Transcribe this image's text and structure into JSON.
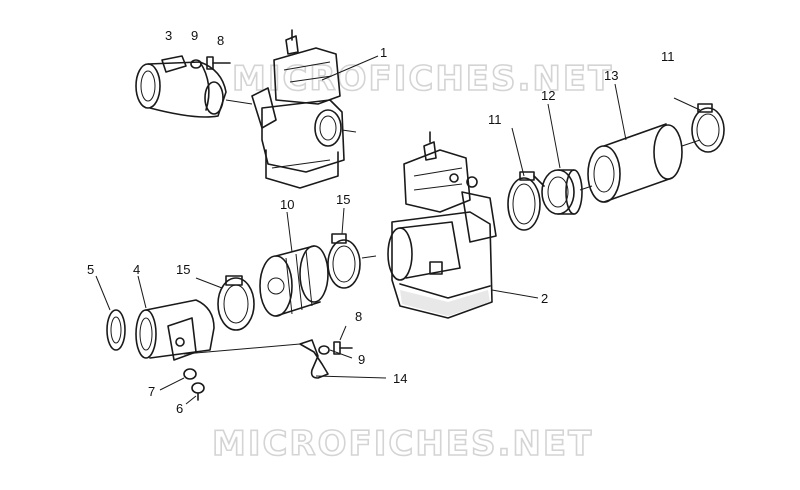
{
  "watermarks": [
    "MICROFICHES.NET",
    "MICROFICHES.NET"
  ],
  "callouts": [
    {
      "id": "c1",
      "label": "1"
    },
    {
      "id": "c2",
      "label": "2"
    },
    {
      "id": "c3",
      "label": "3"
    },
    {
      "id": "c4",
      "label": "4"
    },
    {
      "id": "c5",
      "label": "5"
    },
    {
      "id": "c6",
      "label": "6"
    },
    {
      "id": "c7",
      "label": "7"
    },
    {
      "id": "c8a",
      "label": "8"
    },
    {
      "id": "c8b",
      "label": "8"
    },
    {
      "id": "c9a",
      "label": "9"
    },
    {
      "id": "c9b",
      "label": "9"
    },
    {
      "id": "c10",
      "label": "10"
    },
    {
      "id": "c11a",
      "label": "11"
    },
    {
      "id": "c11b",
      "label": "11"
    },
    {
      "id": "c12",
      "label": "12"
    },
    {
      "id": "c13",
      "label": "13"
    },
    {
      "id": "c14",
      "label": "14"
    },
    {
      "id": "c15a",
      "label": "15"
    },
    {
      "id": "c15b",
      "label": "15"
    }
  ]
}
